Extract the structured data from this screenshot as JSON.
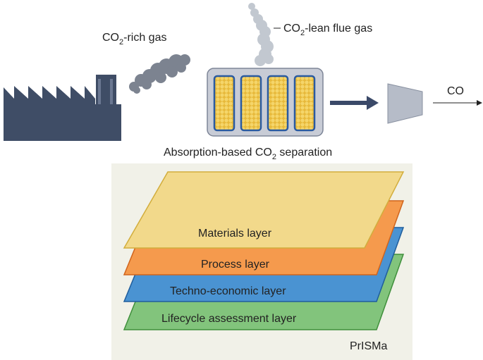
{
  "labels": {
    "rich_gas_prefix": "CO",
    "rich_gas_sub": "2",
    "rich_gas_suffix": "-rich gas",
    "lean_gas_prefix": "CO",
    "lean_gas_sub": "2",
    "lean_gas_suffix": "-lean flue gas",
    "separation_prefix": "Absorption-based CO",
    "separation_sub": "2",
    "separation_suffix": " separation",
    "compressor_output": "CO"
  },
  "layers": [
    {
      "label": "Materials layer",
      "fill": "#f2d98b",
      "stroke": "#d2ad3c"
    },
    {
      "label": "Process layer",
      "fill": "#f59a4d",
      "stroke": "#d0641c"
    },
    {
      "label": "Techno-economic layer",
      "fill": "#4a93d2",
      "stroke": "#1f5d9c"
    },
    {
      "label": "Lifecycle assessment layer",
      "fill": "#82c47c",
      "stroke": "#3f8f3b"
    }
  ],
  "framework_name": "PrISMa",
  "colors": {
    "factory": "#3f4d66",
    "smoke_rich": "#7c8390",
    "smoke_lean": "#c2c8d0",
    "column_fill": "#f0c94a",
    "column_border": "#2a5aa0",
    "unit_box": "#c8ccd6",
    "arrow": "#3a4968",
    "compressor": "#b6bcc8",
    "panel_bg": "#f1f1e8"
  }
}
